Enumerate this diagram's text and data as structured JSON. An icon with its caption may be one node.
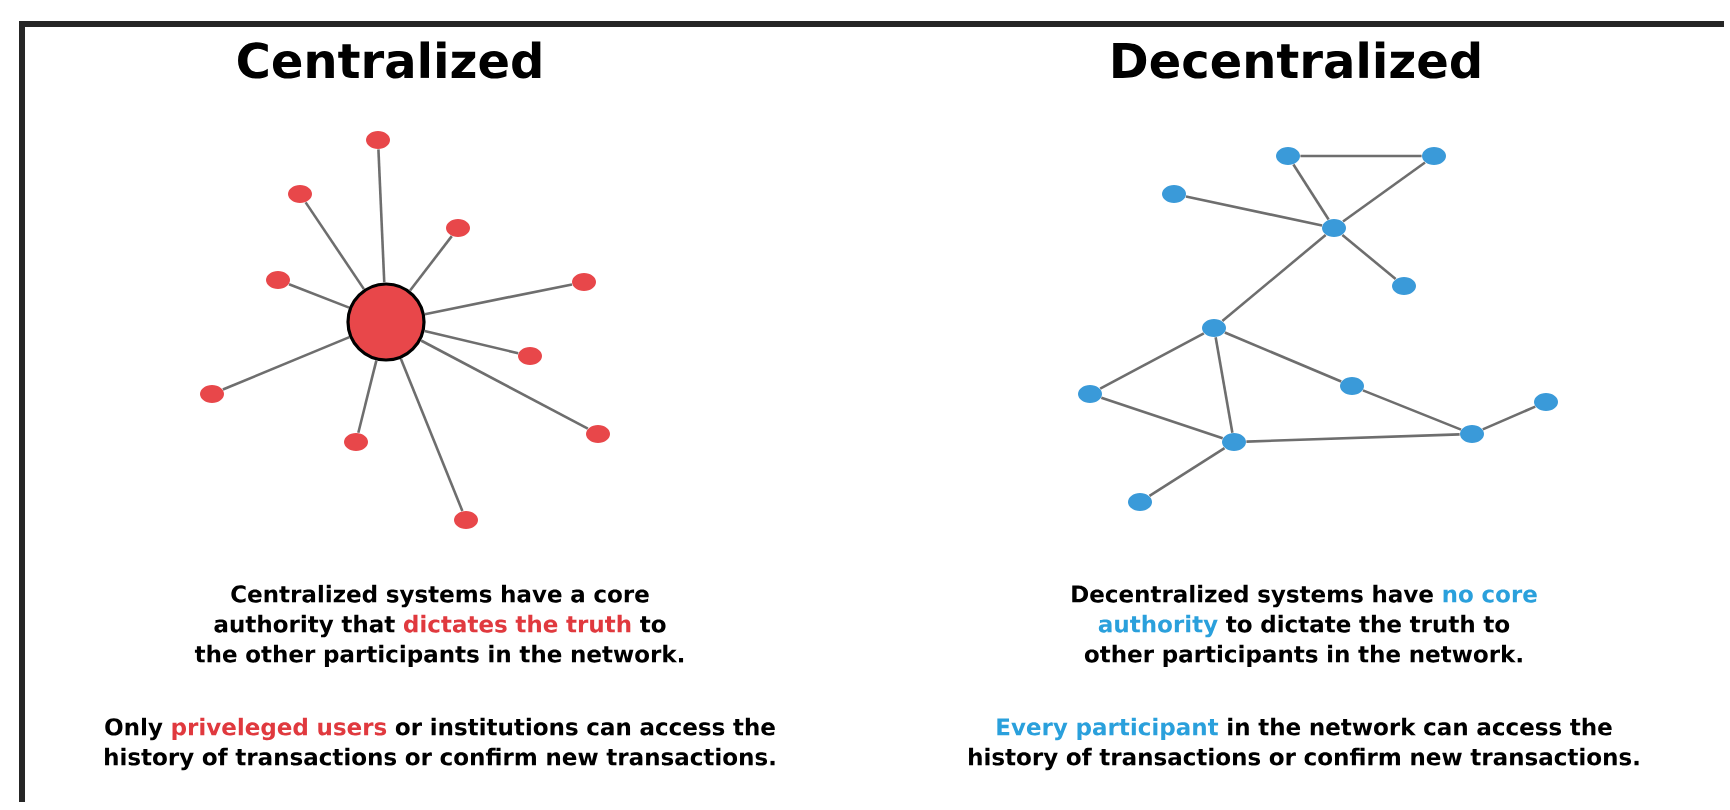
{
  "diagram": {
    "nodes": [
      {
        "text": [],
        "shape": "circle"
      },
      {
        "text": [],
        "shape": "circle"
      },
      {
        "text": [],
        "shape": "circle"
      },
      {
        "text": [],
        "shape": "circle"
      },
      {
        "text": [],
        "shape": "circle"
      },
      {
        "text": [],
        "shape": "circle"
      },
      {
        "text": [],
        "shape": "circle"
      },
      {
        "text": [],
        "shape": "circle"
      },
      {
        "text": [],
        "shape": "circle"
      },
      {
        "text": [],
        "shape": "circle"
      },
      {
        "text": [],
        "shape": "circle"
      },
      {
        "text": [],
        "shape": "circle"
      },
      {
        "text": [],
        "shape": "circle"
      },
      {
        "text": [],
        "shape": "circle"
      },
      {
        "text": [],
        "shape": "circle"
      },
      {
        "text": [],
        "shape": "circle"
      },
      {
        "text": [],
        "shape": "circle"
      },
      {
        "text": [],
        "shape": "circle"
      },
      {
        "text": [],
        "shape": "circle"
      },
      {
        "text": [],
        "shape": "circle"
      },
      {
        "text": [],
        "shape": "circle"
      },
      {
        "text": [],
        "shape": "circle"
      },
      {
        "text": [],
        "shape": "circle"
      }
    ],
    "edges": [
      {
        "from": 5,
        "to": 0,
        "arrow": "none"
      },
      {
        "from": 5,
        "to": 1,
        "arrow": "none"
      },
      {
        "from": 5,
        "to": 2,
        "arrow": "none"
      },
      {
        "from": 5,
        "to": 3,
        "arrow": "none"
      },
      {
        "from": 5,
        "to": 4,
        "arrow": "none"
      },
      {
        "from": 5,
        "to": 6,
        "arrow": "none"
      },
      {
        "from": 5,
        "to": 7,
        "arrow": "none"
      },
      {
        "from": 5,
        "to": 8,
        "arrow": "none"
      },
      {
        "from": 5,
        "to": 9,
        "arrow": "none"
      },
      {
        "from": 5,
        "to": 10,
        "arrow": "none"
      },
      {
        "from": 11,
        "to": 12,
        "arrow": "none"
      },
      {
        "from": 11,
        "to": 14,
        "arrow": "none"
      },
      {
        "from": 12,
        "to": 14,
        "arrow": "none"
      },
      {
        "from": 13,
        "to": 14,
        "arrow": "none"
      },
      {
        "from": 14,
        "to": 15,
        "arrow": "none"
      },
      {
        "from": 14,
        "to": 16,
        "arrow": "none"
      },
      {
        "from": 16,
        "to": 18,
        "arrow": "none"
      },
      {
        "from": 16,
        "to": 21,
        "arrow": "none"
      },
      {
        "from": 16,
        "to": 17,
        "arrow": "none"
      },
      {
        "from": 17,
        "to": 20,
        "arrow": "none"
      },
      {
        "from": 18,
        "to": 21,
        "arrow": "none"
      },
      {
        "from": 21,
        "to": 20,
        "arrow": "none"
      },
      {
        "from": 20,
        "to": 19,
        "arrow": "none"
      },
      {
        "from": 21,
        "to": 22,
        "arrow": "none"
      }
    ],
    "labels": [
      "Centralized",
      "Decentralized",
      "Centralized systems have a core authority that",
      "dictates the truth",
      "to the other participants in the network.",
      "Only",
      "priveleged users",
      "or institutions can access the history of transactions or confirm new transactions.",
      "Decentralized systems have",
      "no core authority",
      "to dictate the truth to other participants in the network.",
      "Every participant",
      "in the network can access the history of transactions or confirm new transactions."
    ]
  }
}
